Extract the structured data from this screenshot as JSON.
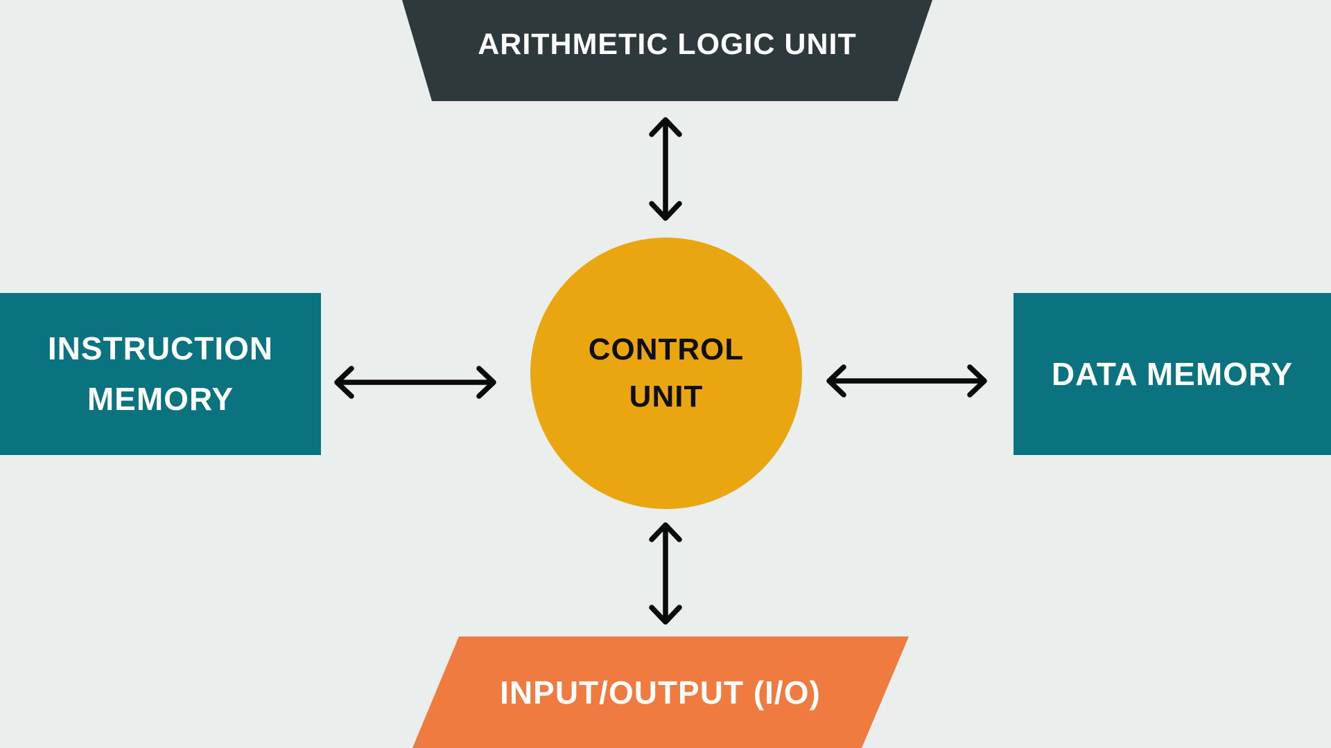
{
  "colors": {
    "background": "#EAEFED",
    "alu": "#2E393C",
    "control": "#E9A611",
    "memory": "#0B7380",
    "io": "#EF7B41",
    "arrow": "#0A0A0A",
    "label_light": "#FFFFFF",
    "label_dark": "#0E0E0E"
  },
  "nodes": {
    "alu": {
      "label": "ARITHMETIC LOGIC UNIT",
      "shape": "trapezoid"
    },
    "control_unit": {
      "lines": [
        "CONTROL",
        "UNIT"
      ],
      "shape": "circle"
    },
    "instruction_memory": {
      "lines": [
        "INSTRUCTION",
        "MEMORY"
      ],
      "shape": "rectangle"
    },
    "data_memory": {
      "label": "DATA MEMORY",
      "shape": "rectangle"
    },
    "io": {
      "label": "INPUT/OUTPUT (I/O)",
      "shape": "parallelogram"
    }
  },
  "arrows": [
    {
      "id": "control-alu",
      "orientation": "vertical",
      "style": "double-headed"
    },
    {
      "id": "control-instruction-memory",
      "orientation": "horizontal",
      "style": "double-headed"
    },
    {
      "id": "control-data-memory",
      "orientation": "horizontal",
      "style": "double-headed"
    },
    {
      "id": "control-io",
      "orientation": "vertical",
      "style": "double-headed"
    }
  ]
}
